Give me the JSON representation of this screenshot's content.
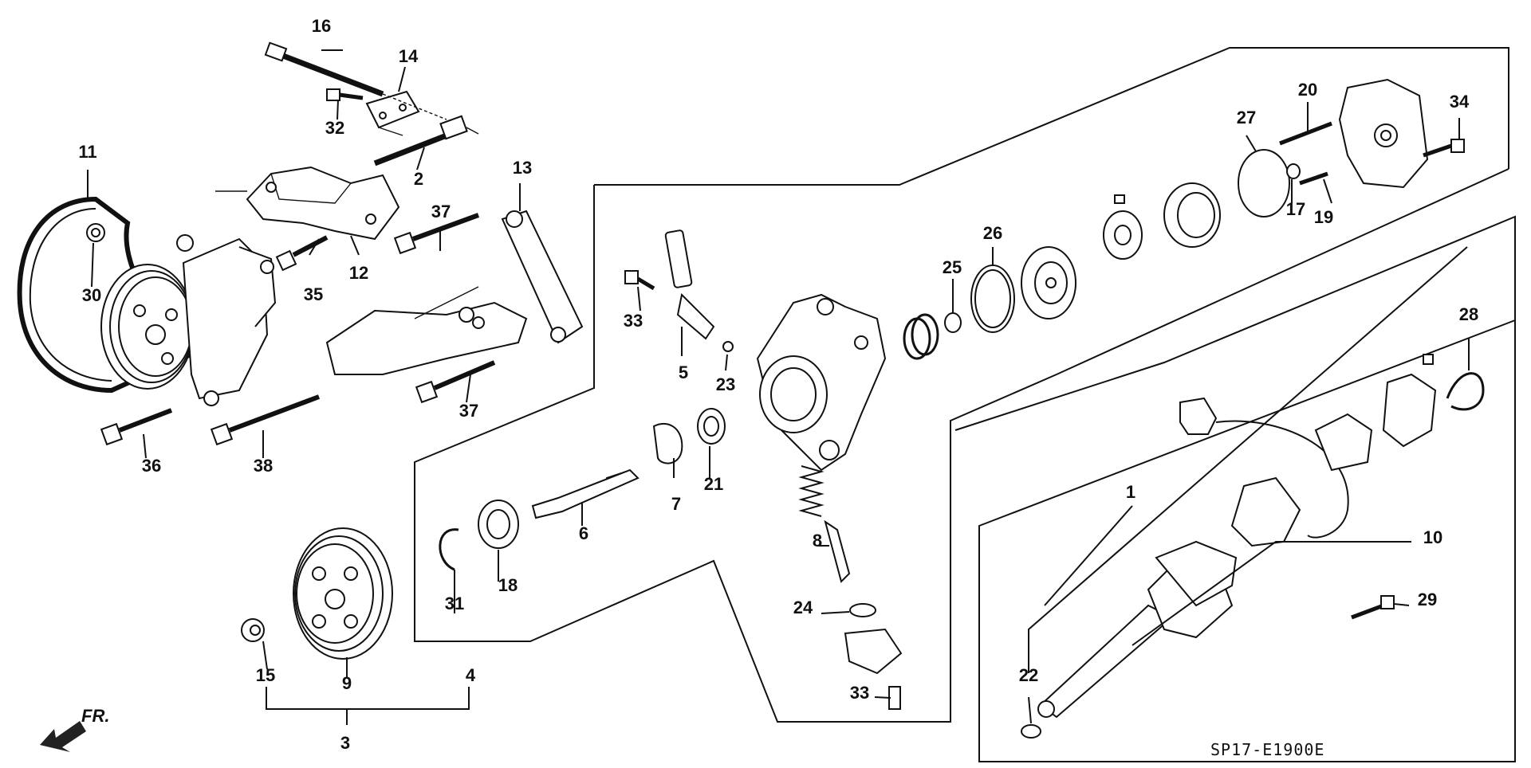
{
  "diagram": {
    "catalog_code": "SP17-E1900E",
    "front_indicator": "FR.",
    "callouts": [
      "1",
      "2",
      "3",
      "4",
      "5",
      "6",
      "7",
      "8",
      "9",
      "10",
      "11",
      "12",
      "13",
      "14",
      "15",
      "16",
      "17",
      "18",
      "19",
      "20",
      "21",
      "22",
      "23",
      "24",
      "25",
      "26",
      "27",
      "28",
      "29",
      "30",
      "31",
      "32",
      "33",
      "33",
      "34",
      "35",
      "36",
      "37",
      "37",
      "38"
    ]
  }
}
